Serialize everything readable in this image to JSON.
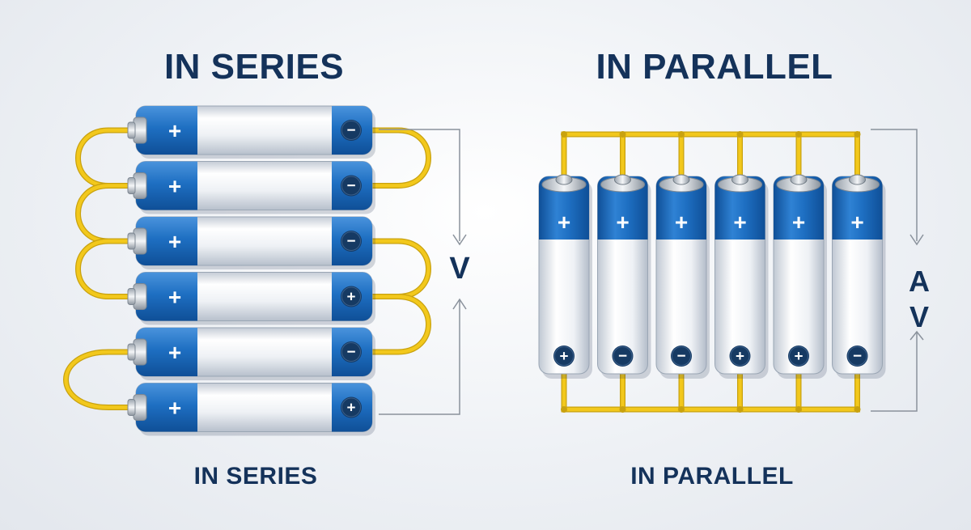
{
  "series": {
    "title": "IN SERIES",
    "caption": "IN SERIES",
    "measure_label": "V",
    "batteries": [
      {
        "left_terminal": "+",
        "right_terminal": "−"
      },
      {
        "left_terminal": "+",
        "right_terminal": "−"
      },
      {
        "left_terminal": "+",
        "right_terminal": "−"
      },
      {
        "left_terminal": "+",
        "right_terminal": "+"
      },
      {
        "left_terminal": "+",
        "right_terminal": "−"
      },
      {
        "left_terminal": "+",
        "right_terminal": "+"
      }
    ]
  },
  "parallel": {
    "title": "IN PARALLEL",
    "caption": "IN PARALLEL",
    "measure_label": "A V",
    "batteries": [
      {
        "top_terminal": "+",
        "bottom_terminal": "+"
      },
      {
        "top_terminal": "+",
        "bottom_terminal": "−"
      },
      {
        "top_terminal": "+",
        "bottom_terminal": "−"
      },
      {
        "top_terminal": "+",
        "bottom_terminal": "+"
      },
      {
        "top_terminal": "+",
        "bottom_terminal": "+"
      },
      {
        "top_terminal": "+",
        "bottom_terminal": "−"
      }
    ]
  },
  "colors": {
    "title": "#14325a",
    "battery_blue": "#1e6fc2",
    "battery_blue_dark": "#0f4f97",
    "battery_silver": "#e8ecf1",
    "wire": "#f2c81c",
    "wire_dark": "#c9a20e",
    "terminal_badge": "#163a63",
    "arrow": "#8a929c"
  }
}
